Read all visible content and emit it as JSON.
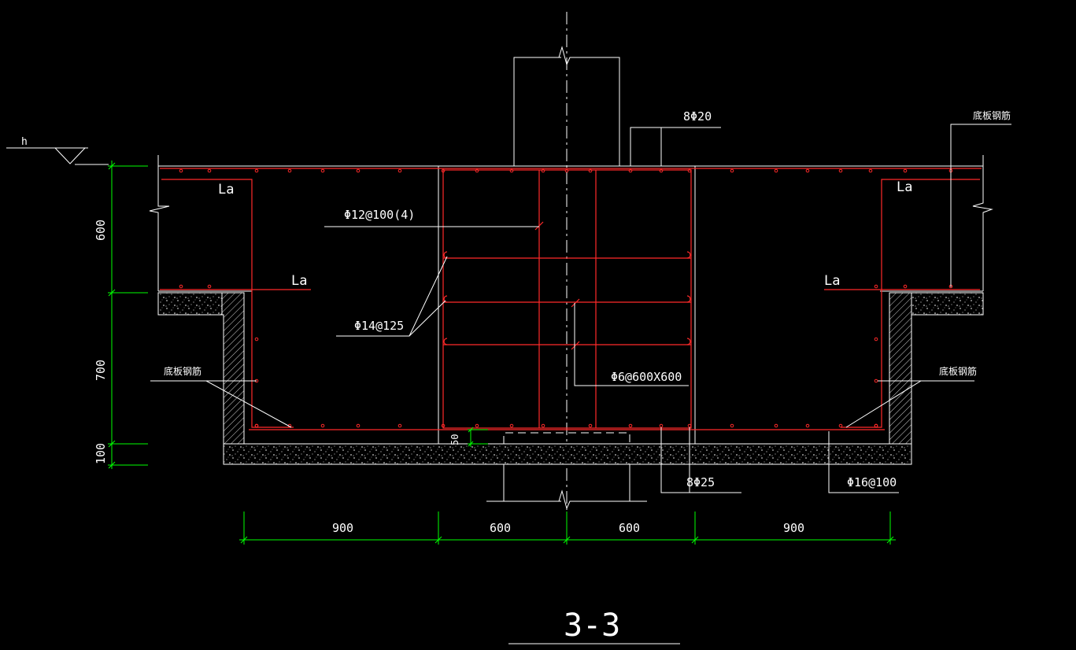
{
  "colors": {
    "background": "#000000",
    "outline": "#ffffff",
    "rebar": "#ff2a2a",
    "dimension": "#00ff00",
    "leader": "#ffffff"
  },
  "labels": {
    "water_level": "h",
    "la_top_left": "La",
    "la_mid_left": "La",
    "la_top_right": "La",
    "la_mid_right": "La",
    "top_bars": "8Φ20",
    "slab_rebar_top_right": "底板钢筋",
    "stirrup_outer": "Φ12@100(4)",
    "side_bars": "Φ14@125",
    "tie_bars": "Φ6@600X600",
    "slab_rebar_left": "底板钢筋",
    "slab_rebar_right": "底板钢筋",
    "bottom_bars": "8Φ25",
    "bottom_slab_bars": "Φ16@100",
    "cover": "50",
    "section_title": "3-3"
  },
  "dimensions": {
    "vertical": [
      "600",
      "700",
      "100"
    ],
    "horizontal": [
      "900",
      "600",
      "600",
      "900"
    ]
  }
}
